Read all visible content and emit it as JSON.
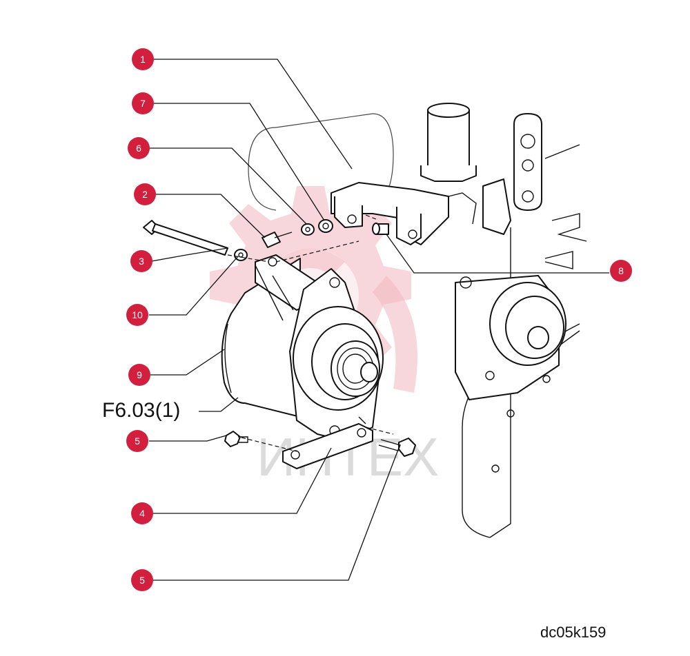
{
  "figure_ref": "F6.03(1)",
  "drawing_code": "dc05k159",
  "watermark_text": "ИНТЕХ",
  "callouts": [
    {
      "id": "c1",
      "label": "1"
    },
    {
      "id": "c7",
      "label": "7"
    },
    {
      "id": "c6",
      "label": "6"
    },
    {
      "id": "c2",
      "label": "2"
    },
    {
      "id": "c3",
      "label": "3"
    },
    {
      "id": "c10",
      "label": "10"
    },
    {
      "id": "c9",
      "label": "9"
    },
    {
      "id": "c5a",
      "label": "5"
    },
    {
      "id": "c4",
      "label": "4"
    },
    {
      "id": "c5b",
      "label": "5"
    },
    {
      "id": "c8",
      "label": "8"
    }
  ],
  "colors": {
    "callout": "#d31f3e",
    "line": "#111111",
    "watermark": "#f2b6bf"
  }
}
